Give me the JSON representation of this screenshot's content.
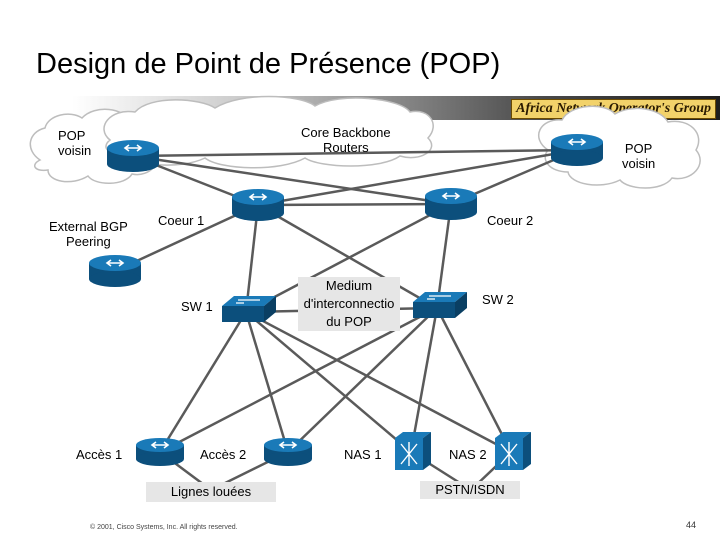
{
  "slide": {
    "title": "Design de Point de Présence (POP)",
    "logo_text": "Africa Network Operator's Group",
    "footer": "© 2001, Cisco Systems, Inc. All rights reserved.",
    "page_number": "44"
  },
  "labels": {
    "pop_voisin_left": "POP\nvoisin",
    "pop_voisin_right": "POP\nvoisin",
    "core_backbone": "Core Backbone\nRouters",
    "external_bgp": "External BGP\nPeering",
    "coeur1": "Coeur 1",
    "coeur2": "Coeur 2",
    "medium": "Medium\nd'interconnectio\ndu POP",
    "sw1": "SW 1",
    "sw2": "SW 2",
    "acces1": "Accès 1",
    "acces2": "Accès 2",
    "nas1": "NAS 1",
    "nas2": "NAS 2",
    "lignes": "Lignes louées",
    "pstn": "PSTN/ISDN"
  },
  "colors": {
    "device": "#1a7ab8",
    "device_dark": "#0c4f7c",
    "link": "#5a5a5a",
    "cloud": "#ffffff",
    "label_bg": "#e6e6e6"
  },
  "icons": {
    "router": "router-icon",
    "switch": "switch-icon",
    "nas": "nas-icon",
    "cloud": "cloud-icon"
  }
}
